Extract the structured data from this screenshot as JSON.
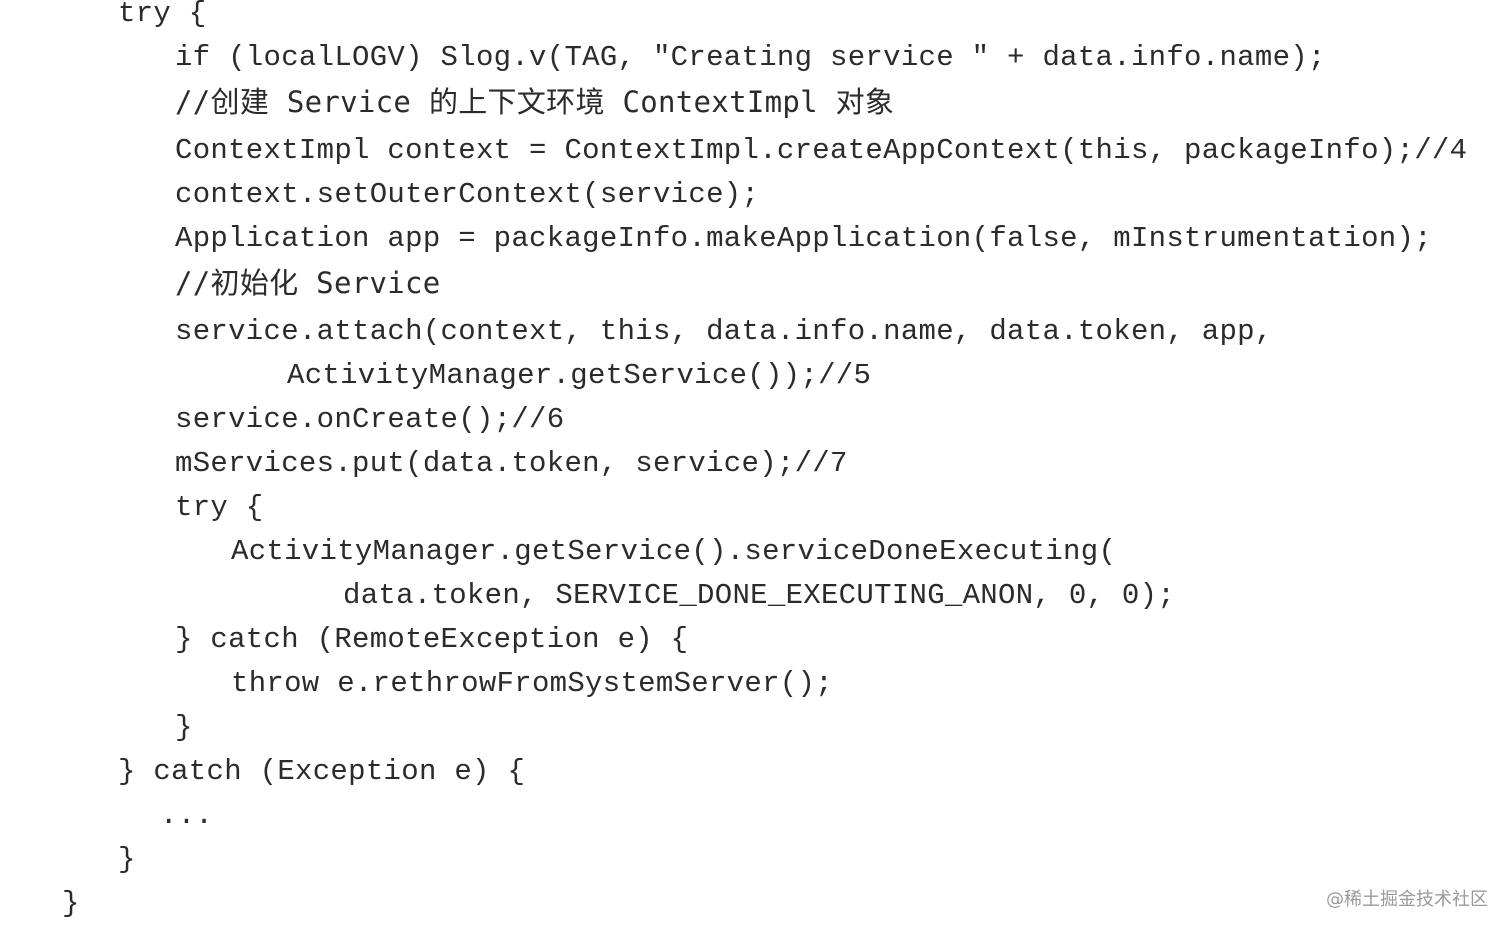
{
  "code_lines": [
    "try {",
    "if (localLOGV) Slog.v(TAG, \"Creating service \" + data.info.name);",
    "//创建 Service 的上下文环境 ContextImpl 对象",
    "ContextImpl context = ContextImpl.createAppContext(this, packageInfo);//4",
    "context.setOuterContext(service);",
    "Application app = packageInfo.makeApplication(false, mInstrumentation);",
    "//初始化 Service",
    "service.attach(context, this, data.info.name, data.token, app,",
    "ActivityManager.getService());//5",
    "service.onCreate();//6",
    "mServices.put(data.token, service);//7",
    "try {",
    "ActivityManager.getService().serviceDoneExecuting(",
    "data.token, SERVICE_DONE_EXECUTING_ANON, 0, 0);",
    "} catch (RemoteException e) {",
    "throw e.rethrowFromSystemServer();",
    "}",
    "} catch (Exception e) {",
    "...",
    "}",
    "}"
  ],
  "watermark": "@稀土掘金技术社区"
}
